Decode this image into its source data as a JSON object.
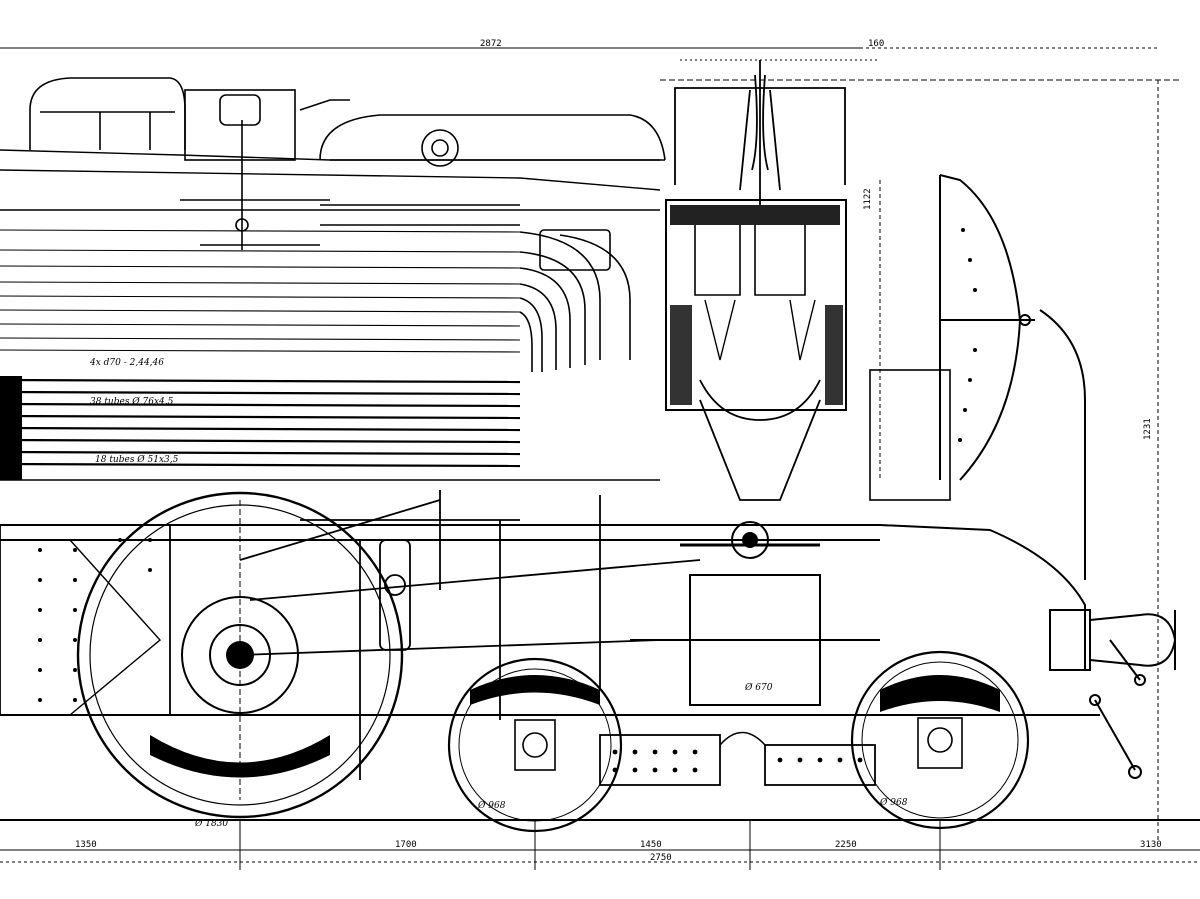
{
  "drawing": {
    "ink_color": "#000000",
    "paper_color": "#ffffff",
    "top_dimensions": [
      "2872",
      "160"
    ],
    "vertical_dimensions": [
      "1122",
      "1231"
    ],
    "bottom_dimensions": [
      "1350",
      "1700",
      "1450",
      "2250",
      "2750",
      "3130"
    ],
    "wheel_labels": [
      "Ø 1830",
      "Ø 968",
      "Ø 968"
    ],
    "tube_notes": [
      "4x d70 - 2,44,46",
      "38 tubes Ø 76x4,5",
      "18 tubes Ø 51x3,5"
    ],
    "cylinder_note": "Ø 670",
    "icons": [
      "chimney-icon",
      "dome-icon",
      "buffer-icon",
      "driving-wheel-icon",
      "bogie-wheel-icon",
      "smokebox-door-icon"
    ]
  }
}
